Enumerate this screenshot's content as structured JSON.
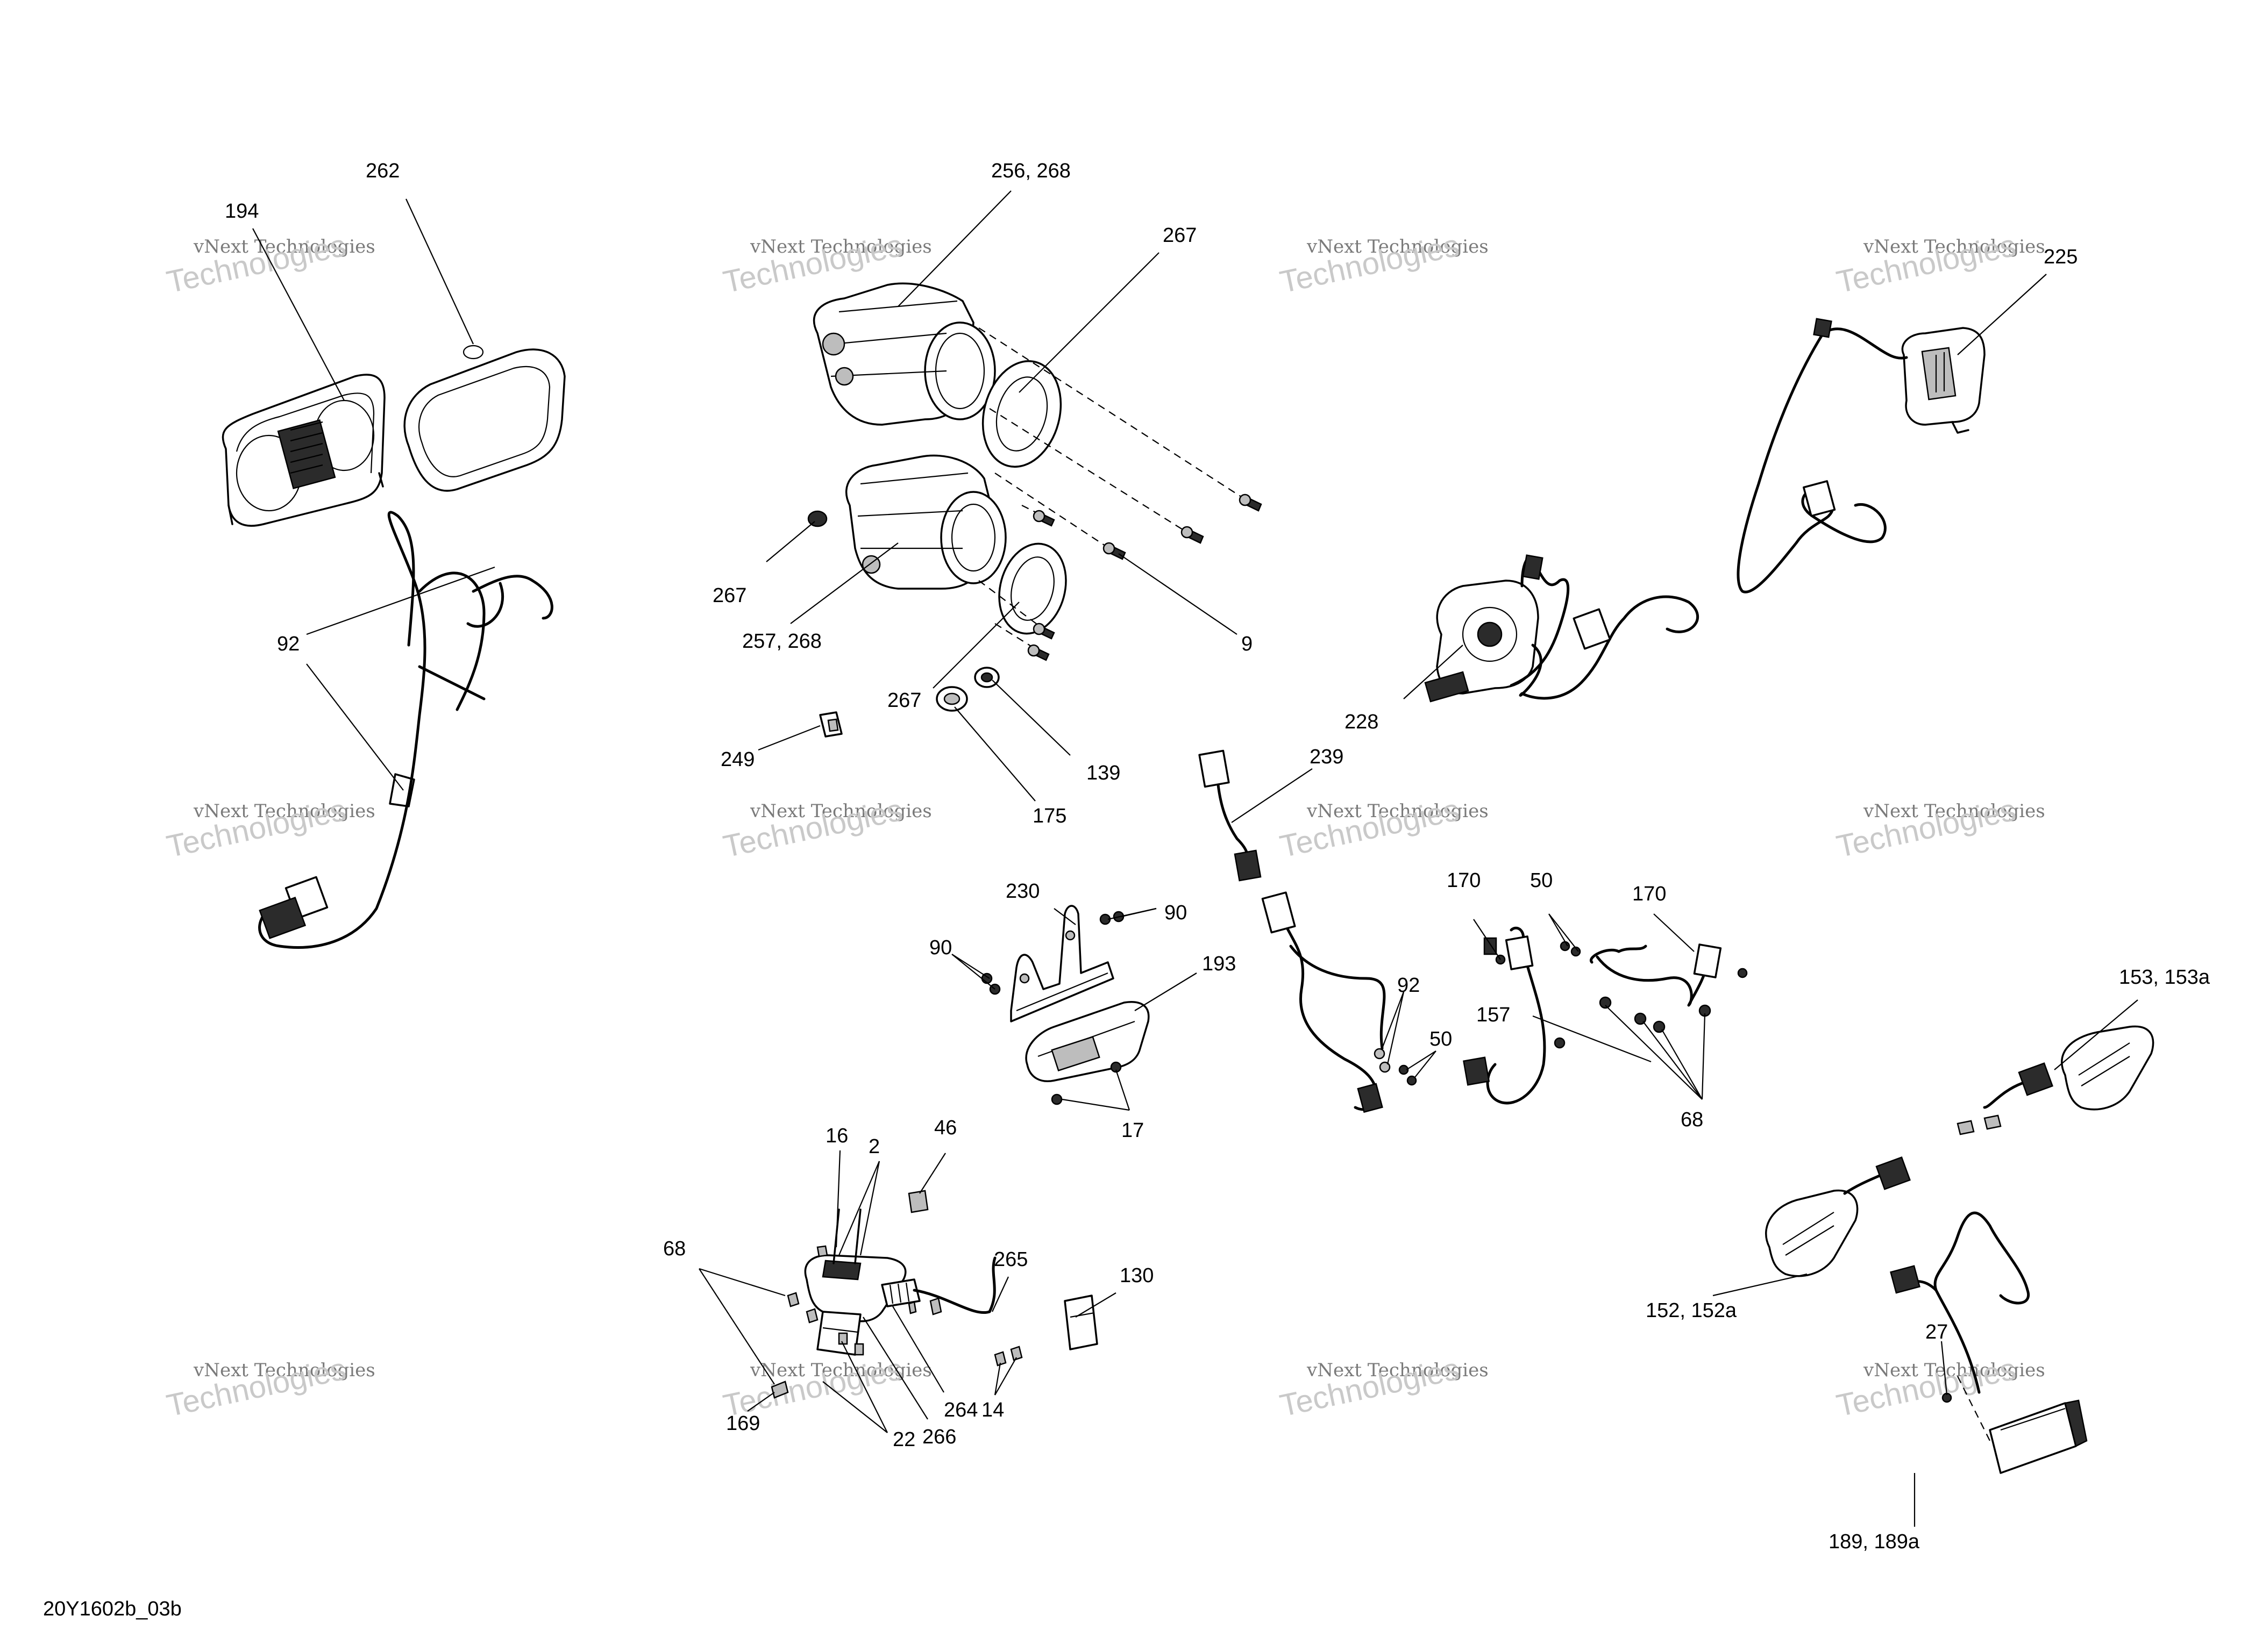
{
  "diagram": {
    "drawing_code": "20Y1602b_03b",
    "watermark": {
      "line1": "vNext Technologies",
      "line2": "Technologies"
    },
    "callouts": {
      "c262": "262",
      "c194": "194",
      "c256": "256, 268",
      "c267a": "267",
      "c225": "225",
      "c267b": "267",
      "c257": "257, 268",
      "c9": "9",
      "c92a": "92",
      "c228": "228",
      "c267c": "267",
      "c139": "139",
      "c249": "249",
      "c175": "175",
      "c239": "239",
      "c230": "230",
      "c90a": "90",
      "c90b": "90",
      "c193": "193",
      "c170a": "170",
      "c50a": "50",
      "c170b": "170",
      "c92b": "92",
      "c50b": "50",
      "c157": "157",
      "c153": "153, 153a",
      "c17": "17",
      "c68a": "68",
      "c16": "16",
      "c2": "2",
      "c46": "46",
      "c68b": "68",
      "c265": "265",
      "c130": "130",
      "c152": "152, 152a",
      "c27": "27",
      "c264": "264",
      "c14": "14",
      "c169": "169",
      "c22": "22",
      "c266": "266",
      "c189": "189, 189a"
    }
  }
}
